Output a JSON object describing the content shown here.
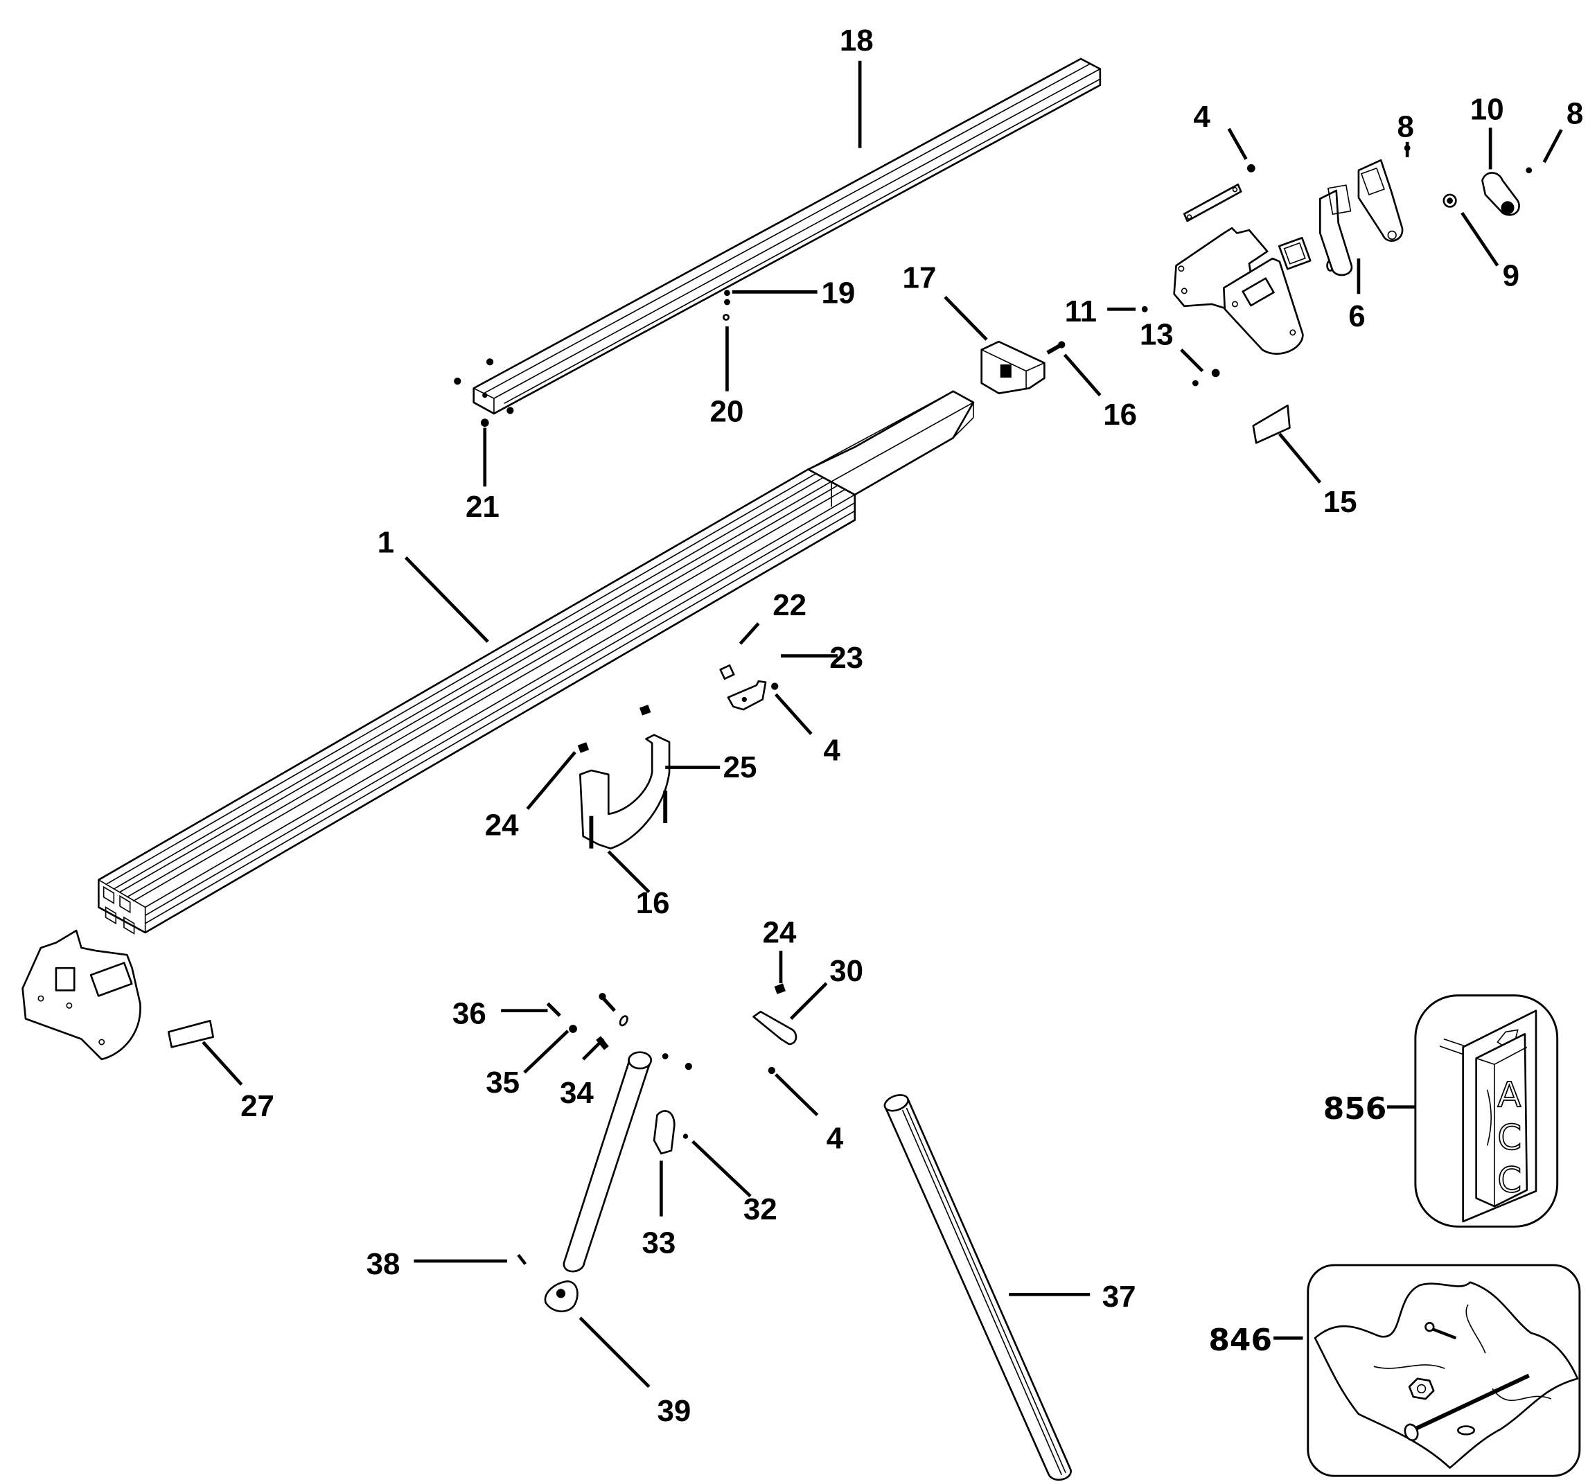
{
  "diagram": {
    "type": "exploded-parts-diagram",
    "background": "#ffffff",
    "ink": "#000000",
    "callouts": [
      {
        "id": "18",
        "label": "18"
      },
      {
        "id": "4a",
        "label": "4"
      },
      {
        "id": "8a",
        "label": "8"
      },
      {
        "id": "10",
        "label": "10"
      },
      {
        "id": "8b",
        "label": "8"
      },
      {
        "id": "19",
        "label": "19"
      },
      {
        "id": "17",
        "label": "17"
      },
      {
        "id": "11",
        "label": "11"
      },
      {
        "id": "13",
        "label": "13"
      },
      {
        "id": "6",
        "label": "6"
      },
      {
        "id": "9",
        "label": "9"
      },
      {
        "id": "20",
        "label": "20"
      },
      {
        "id": "16a",
        "label": "16"
      },
      {
        "id": "21",
        "label": "21"
      },
      {
        "id": "15",
        "label": "15"
      },
      {
        "id": "1",
        "label": "1"
      },
      {
        "id": "22",
        "label": "22"
      },
      {
        "id": "23",
        "label": "23"
      },
      {
        "id": "4b",
        "label": "4"
      },
      {
        "id": "25",
        "label": "25"
      },
      {
        "id": "24a",
        "label": "24"
      },
      {
        "id": "16b",
        "label": "16"
      },
      {
        "id": "24b",
        "label": "24"
      },
      {
        "id": "30",
        "label": "30"
      },
      {
        "id": "36",
        "label": "36"
      },
      {
        "id": "35",
        "label": "35"
      },
      {
        "id": "34",
        "label": "34"
      },
      {
        "id": "27",
        "label": "27"
      },
      {
        "id": "4c",
        "label": "4"
      },
      {
        "id": "32",
        "label": "32"
      },
      {
        "id": "33",
        "label": "33"
      },
      {
        "id": "38",
        "label": "38"
      },
      {
        "id": "37",
        "label": "37"
      },
      {
        "id": "39",
        "label": "39"
      },
      {
        "id": "856",
        "label": "856"
      },
      {
        "id": "846",
        "label": "846"
      }
    ],
    "inset_856": {
      "tag_letters": [
        "A",
        "C",
        "C"
      ]
    }
  }
}
